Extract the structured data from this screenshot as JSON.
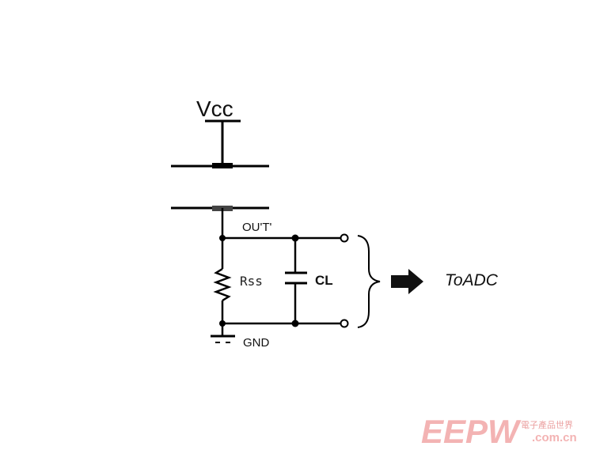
{
  "diagram": {
    "supply_label": "Vcc",
    "output_label": "OU'T'",
    "resistor_label": "Rss",
    "capacitor_label": "CL",
    "ground_label": "GND",
    "destination_label": "ToADC"
  },
  "watermark": {
    "logo_text": "EEPW",
    "chinese_text": "電子產品世界",
    "domain_text": ".com.cn",
    "color": "#f2a6a6"
  },
  "colors": {
    "line": "#000000",
    "arrow": "#111111"
  }
}
